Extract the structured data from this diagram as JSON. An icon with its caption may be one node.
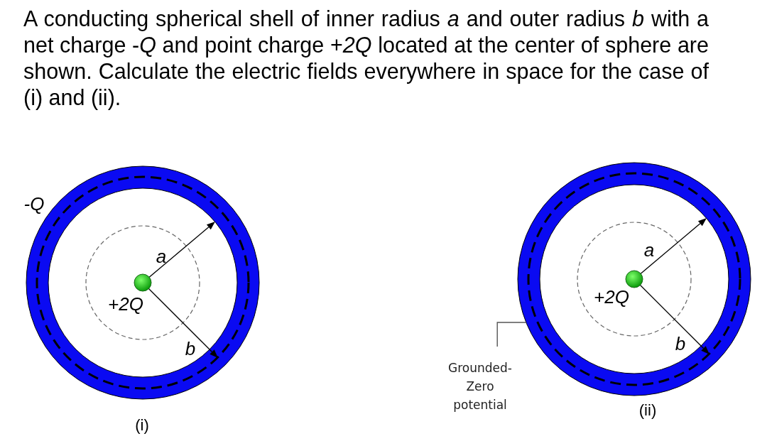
{
  "diagram": {
    "title": "A conducting spherical shell of inner radius *a* and outer radius *b* with a net charge -*Q* and point charge +*2Q* located at the center of sphere are shown. Calculate the electric fields everywhere in space for the case of (i) and (ii).",
    "nodes": [
      {
        "text": [],
        "shape": "ring",
        "beside": [
          "-Q"
        ]
      },
      {
        "text": [],
        "shape": "circle",
        "in": 0,
        "beside": [
          "+2Q"
        ]
      },
      {
        "text": [],
        "shape": "ring"
      },
      {
        "text": [],
        "shape": "circle",
        "in": 2,
        "beside": [
          "+2Q"
        ]
      },
      {
        "text": [
          "Grounded- Zero potential"
        ]
      }
    ],
    "edges": [
      {
        "from": 4,
        "to": 2,
        "arrow": "none"
      }
    ],
    "labels": [
      "a",
      "b",
      "(i)",
      "a",
      "b",
      "(ii)"
    ]
  }
}
